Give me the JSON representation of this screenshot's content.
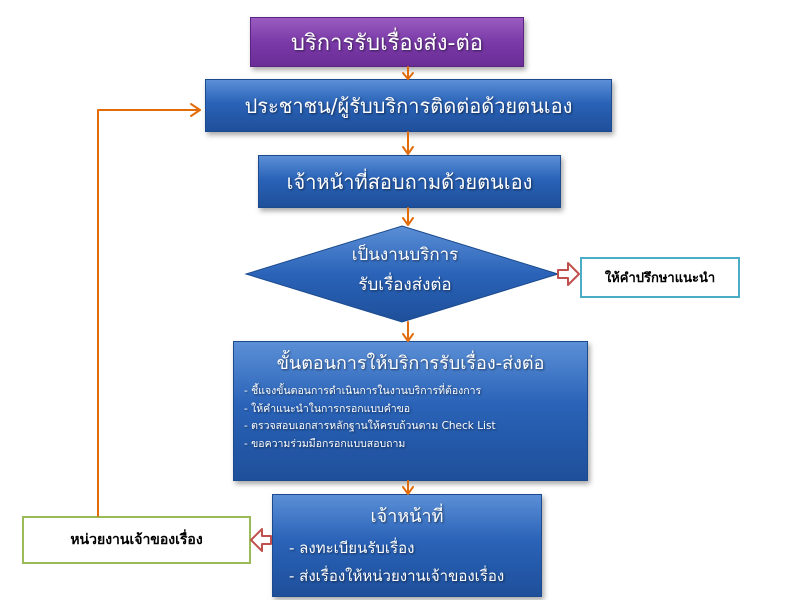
{
  "title": "บริการรับเรื่องส่ง-ต่อ",
  "contact_step": "ประชาชน/ผู้รับบริการติดต่อด้วยตนเอง",
  "inquiry_step": "เจ้าหน้าที่สอบถามด้วยตนเอง",
  "decision": {
    "line1": "เป็นงานบริการ",
    "line2": "รับเรื่องส่งต่อ"
  },
  "advice": "ให้คำปรึกษาแนะนำ",
  "procedure": {
    "title": "ขั้นตอนการให้บริการรับเรื่อง-ส่งต่อ",
    "items": [
      "- ชี้แจงขั้นตอนการดำเนินการในงานบริการที่ต้องการ",
      "- ให้คำแนะนำในการกรอกแบบคำขอ",
      "- ตรวจสอบเอกสารหลักฐานให้ครบถ้วนตาม  Check List",
      "- ขอความร่วมมือกรอกแบบสอบถาม"
    ]
  },
  "officer": {
    "title": "เจ้าหน้าที่",
    "items": [
      "- ลงทะเบียนรับเรื่อง",
      "- ส่งเรื่องให้หน่วยงานเจ้าของเรื่อง"
    ]
  },
  "agency": "หน่วยงานเจ้าของเรื่อง",
  "colors": {
    "process_blue": "#2a63b8",
    "title_purple": "#7a3aa8",
    "arrow_orange": "#e36c0a",
    "advice_border": "#4bacc6",
    "agency_border": "#9bbb59",
    "hollow_arrow_border": "#c0504d"
  }
}
